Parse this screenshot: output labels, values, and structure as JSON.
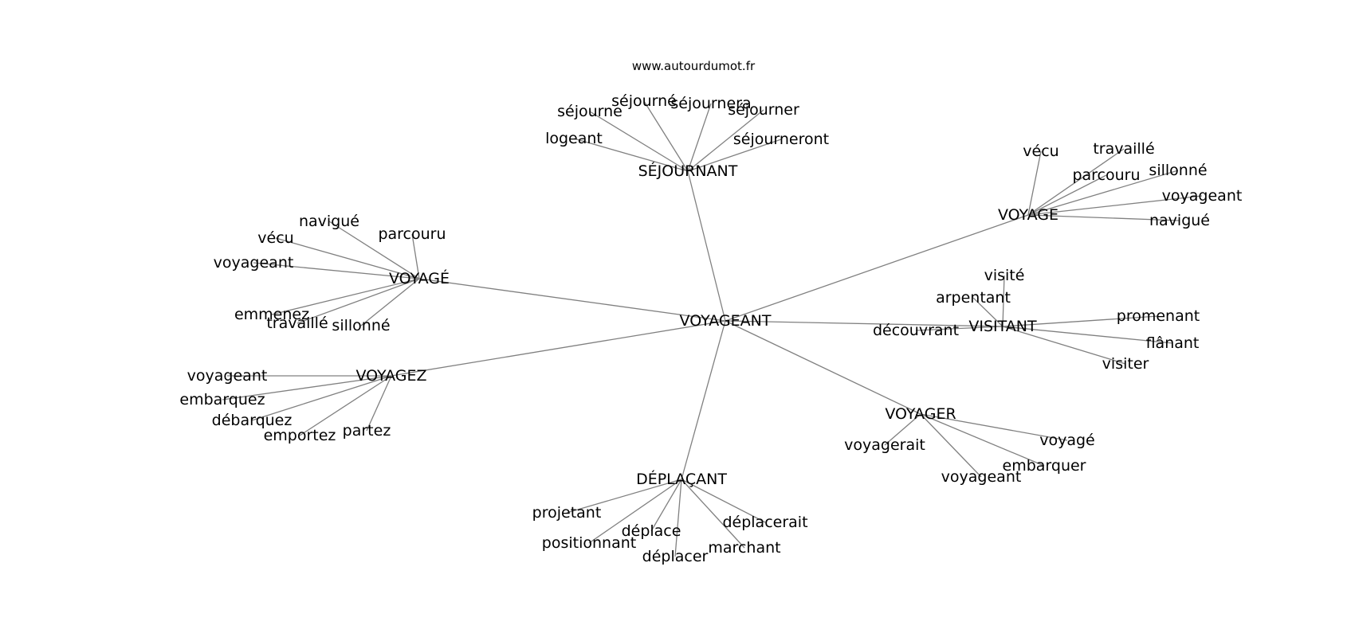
{
  "header": {
    "site": "www.autourdumot.fr"
  },
  "graph": {
    "center": "VOYAGEANT",
    "hubs": [
      {
        "label": "SÉJOURNANT",
        "leaves": [
          "séjourne",
          "séjourné",
          "séjournera",
          "séjourner",
          "logeant",
          "séjourneront"
        ]
      },
      {
        "label": "VOYAGE",
        "leaves": [
          "vécu",
          "travaillé",
          "parcouru",
          "sillonné",
          "voyageant",
          "navigué"
        ]
      },
      {
        "label": "VOYAGÉ",
        "leaves": [
          "navigué",
          "parcouru",
          "vécu",
          "voyageant",
          "emmenez",
          "travaillé",
          "sillonné"
        ]
      },
      {
        "label": "VISITANT",
        "leaves": [
          "visité",
          "arpentant",
          "promenant",
          "découvrant",
          "flânant",
          "visiter"
        ]
      },
      {
        "label": "VOYAGEZ",
        "leaves": [
          "voyageant",
          "embarquez",
          "débarquez",
          "emportez",
          "partez"
        ]
      },
      {
        "label": "VOYAGER",
        "leaves": [
          "voyagé",
          "voyagerait",
          "embarquer",
          "voyageant"
        ]
      },
      {
        "label": "DÉPLAÇANT",
        "leaves": [
          "projetant",
          "déplace",
          "déplacerait",
          "positionnant",
          "déplacer",
          "marchant"
        ]
      }
    ]
  }
}
